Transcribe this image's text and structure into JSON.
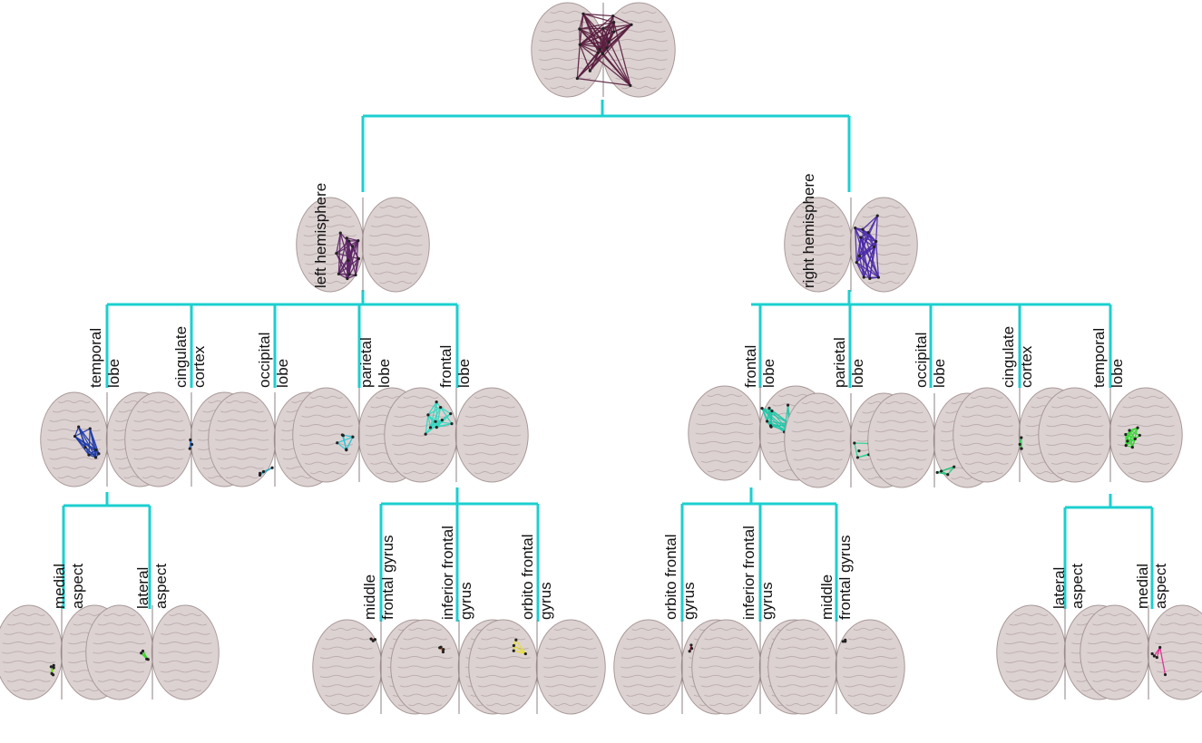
{
  "colors": {
    "connector": "#1ccfcf",
    "brain_fill": "#ddd2d2",
    "brain_stroke": "#a89898",
    "whole_brain": "#5a2040",
    "left_hemisphere": "#5c2466",
    "right_hemisphere": "#4a2aa8",
    "left_temporal": "#1c3aa8",
    "left_cingulate": "#2a7ad8",
    "left_occipital": "#3aa8c8",
    "left_parietal": "#30c8d8",
    "left_frontal": "#30d8c0",
    "right_frontal": "#20c8a8",
    "right_parietal": "#20d890",
    "right_occipital": "#18c878",
    "right_cingulate": "#20d850",
    "right_temporal": "#30d830",
    "left_medial": "#70e010",
    "left_lateral": "#38d828",
    "left_middle_frontal": "#e83020",
    "left_inferior_frontal": "#f07020",
    "left_orbito_frontal": "#e8e020",
    "right_orbito_frontal": "#e02060",
    "right_inferior_frontal": "#e82050",
    "right_middle_frontal": "#e82838",
    "right_lateral": "#e020a0",
    "right_medial": "#e02890"
  },
  "labels": {
    "left_hemisphere": [
      "left hemisphere"
    ],
    "right_hemisphere": [
      "right hemisphere"
    ],
    "left_temporal": [
      "temporal",
      "lobe"
    ],
    "left_cingulate": [
      "cingulate",
      "cortex"
    ],
    "left_occipital": [
      "occipital",
      "lobe"
    ],
    "left_parietal": [
      "parietal",
      "lobe"
    ],
    "left_frontal": [
      "frontal",
      "lobe"
    ],
    "right_frontal": [
      "frontal",
      "lobe"
    ],
    "right_parietal": [
      "parietal",
      "lobe"
    ],
    "right_occipital": [
      "occipital",
      "lobe"
    ],
    "right_cingulate": [
      "cingulate",
      "cortex"
    ],
    "right_temporal": [
      "temporal",
      "lobe"
    ],
    "left_medial": [
      "medial",
      "aspect"
    ],
    "left_lateral": [
      "lateral",
      "aspect"
    ],
    "left_middle_frontal": [
      "middle",
      "frontal gyrus"
    ],
    "left_inferior_frontal": [
      "inferior frontal",
      "gyrus"
    ],
    "left_orbito_frontal": [
      "orbito frontal",
      "gyrus"
    ],
    "right_orbito_frontal": [
      "orbito frontal",
      "gyrus"
    ],
    "right_inferior_frontal": [
      "inferior frontal",
      "gyrus"
    ],
    "right_middle_frontal": [
      "middle",
      "frontal gyrus"
    ],
    "right_lateral": [
      "lateral",
      "aspect"
    ],
    "right_medial": [
      "medial",
      "aspect"
    ]
  }
}
